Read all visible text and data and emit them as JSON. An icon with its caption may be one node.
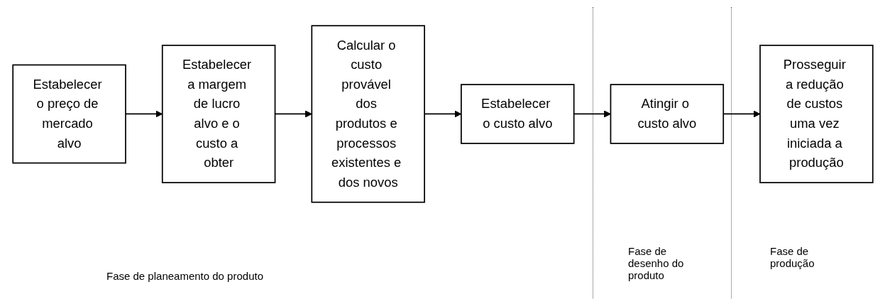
{
  "diagram": {
    "nodes": [
      {
        "text": [
          "Estabelecer o preço de mercado alvo"
        ]
      },
      {
        "text": [
          "Estabelecer a margem de lucro alvo e o custo a obter"
        ]
      },
      {
        "text": [
          "Calcular o custo provável dos produtos e processos existentes e dos novos"
        ]
      },
      {
        "text": [
          "Estabelecer o custo alvo"
        ]
      },
      {
        "text": [
          "Atingir o custo alvo"
        ]
      },
      {
        "text": [
          "Prosseguir a redução de custos uma vez iniciada a produção"
        ]
      }
    ],
    "edges": [
      {
        "from": 0,
        "to": 1,
        "arrow": "to"
      },
      {
        "from": 1,
        "to": 2,
        "arrow": "to"
      },
      {
        "from": 2,
        "to": 3,
        "arrow": "to"
      },
      {
        "from": 3,
        "to": 4,
        "arrow": "to"
      },
      {
        "from": 4,
        "to": 5,
        "arrow": "to"
      }
    ],
    "labels": [
      "Fase de desenho do produto",
      "Fase de produção",
      "Fase de planeamento do produto"
    ]
  }
}
